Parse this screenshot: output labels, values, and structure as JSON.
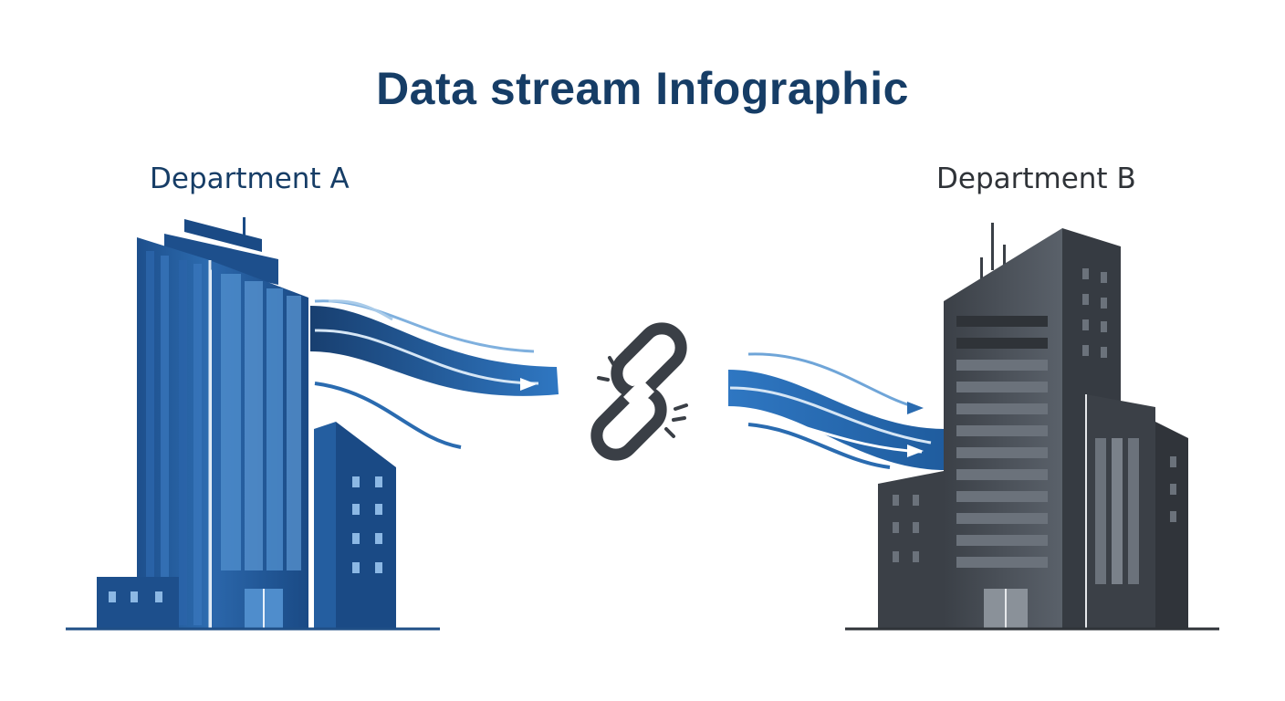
{
  "title": "Data stream Infographic",
  "departments": {
    "a": {
      "label": "Department A"
    },
    "b": {
      "label": "Department B"
    }
  },
  "icons": {
    "broken_link": "broken-chain-link-icon",
    "flow_arrows": "arrow-right-icon"
  },
  "colors": {
    "title": "#163d66",
    "dept_a": "#1f5a9a",
    "dept_b": "#3a3f46",
    "stream": "#2a6bb0"
  }
}
